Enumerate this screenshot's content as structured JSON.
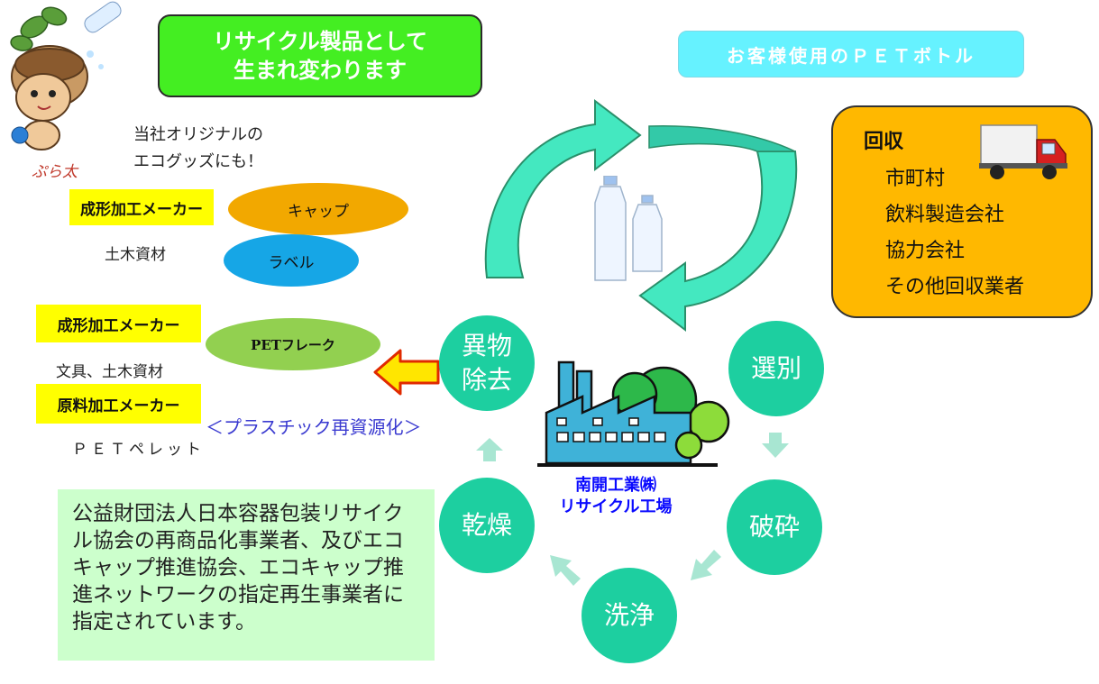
{
  "header": {
    "recycle_line1": "リサイクル製品として",
    "recycle_line2": "生まれ変わります",
    "customer_pet": "お客様使用のＰＥＴボトル"
  },
  "mascot": {
    "name": "ぷら太"
  },
  "eco_goods": {
    "line1": "当社オリジナルの",
    "line2": "エコグッズにも！"
  },
  "collection": {
    "title": "回収",
    "items": [
      "市町村",
      "飲料製造会社",
      "協力会社",
      "その他回収業者"
    ]
  },
  "products": {
    "molding_maker_1": "成形加工メーカー",
    "civil_1": "土木資材",
    "cap": "キャップ",
    "label": "ラベル",
    "molding_maker_2": "成形加工メーカー",
    "stationery": "文具、土木資材",
    "pet_flake": "PETフレーク",
    "raw_maker": "原料加工メーカー",
    "pet_pellet": "ＰＥＴペレット",
    "plastic_recycling": "＜プラスチック再資源化＞"
  },
  "process": {
    "sort": "選別",
    "crush": "破砕",
    "wash": "洗浄",
    "dry": "乾燥",
    "foreign_line1": "異物",
    "foreign_line2": "除去"
  },
  "factory": {
    "line1": "南開工業㈱",
    "line2": "リサイクル工場"
  },
  "note": {
    "text": "公益財団法人日本容器包装リサイクル協会の再商品化事業者、及びエコキャップ推進協会、エコキャップ推進ネットワークの指定再生事業者に指定されています。"
  },
  "colors": {
    "green_box": "#44ee22",
    "cyan_box": "#66f2ff",
    "orange_box": "#ffb800",
    "teal_circle": "#1dcfa0",
    "cycle_arrow": "#44e8c0",
    "factory_blue": "#3fb2d8"
  }
}
